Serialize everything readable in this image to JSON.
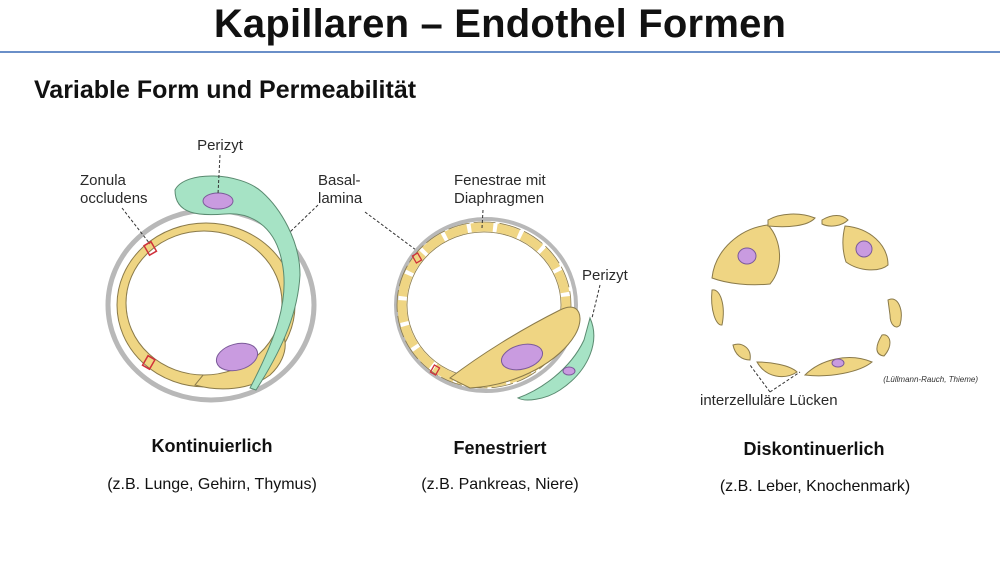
{
  "header": {
    "title": "Kapillaren – Endothel Formen",
    "subtitle": "Variable Form und Permeabilität"
  },
  "labels": {
    "perizyt_1": "Perizyt",
    "zonula_line1": "Zonula",
    "zonula_line2": "occludens",
    "basal_line1": "Basal-",
    "basal_line2": "lamina",
    "fenestrae_line1": "Fenestrae mit",
    "fenestrae_line2": "Diaphragmen",
    "perizyt_2": "Perizyt",
    "luecken": "interzelluläre Lücken",
    "credit": "(Lüllmann-Rauch, Thieme)"
  },
  "types": [
    {
      "name": "Kontinuierlich",
      "examples": "(z.B. Lunge, Gehirn, Thymus)"
    },
    {
      "name": "Fenestriert",
      "examples": "(z.B. Pankreas, Niere)"
    },
    {
      "name": "Diskontinuerlich",
      "examples": "(z.B. Leber, Knochenmark)"
    }
  ],
  "colors": {
    "endothel": "#efd583",
    "nucleus": "#c99be0",
    "perizyt": "#a6e3c5",
    "lamina": "#b8b8b8",
    "junction": "#d0303a",
    "rule": "#6a8fc8"
  }
}
